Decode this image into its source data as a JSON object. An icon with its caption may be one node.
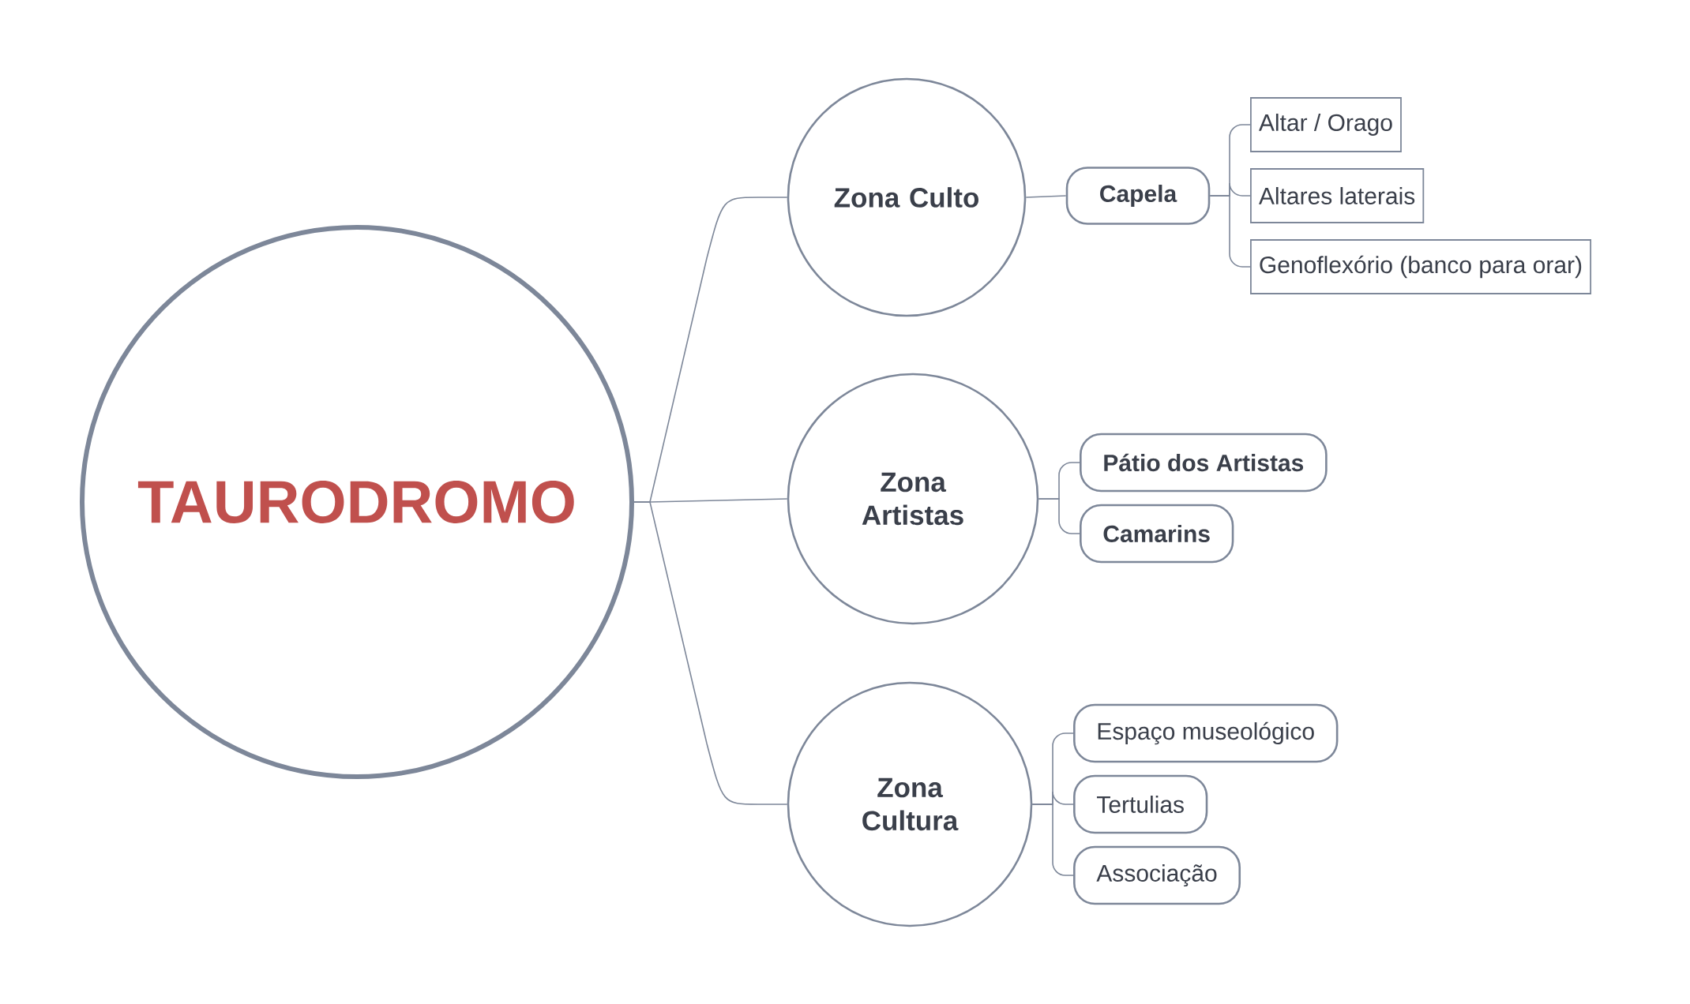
{
  "diagram": {
    "nodes": [
      {
        "text": [
          "TAURODROMO"
        ]
      },
      {
        "text": [
          "Zona Culto"
        ]
      },
      {
        "text": [
          "Capela"
        ]
      },
      {
        "text": [
          "Altar / Orago"
        ]
      },
      {
        "text": [
          "Altares laterais"
        ]
      },
      {
        "text": [
          "Genoflexório (banco para orar)"
        ]
      },
      {
        "text": [
          "Zona Artistas"
        ]
      },
      {
        "text": [
          "Pátio dos Artistas"
        ]
      },
      {
        "text": [
          "Camarins"
        ]
      },
      {
        "text": [
          "Zona Cultura"
        ]
      },
      {
        "text": [
          "Espaço museológico"
        ]
      },
      {
        "text": [
          "Tertulias"
        ]
      },
      {
        "text": [
          "Associação"
        ]
      }
    ],
    "edges": [
      {
        "from": 0,
        "to": 1,
        "arrow": "none"
      },
      {
        "from": 0,
        "to": 6,
        "arrow": "none"
      },
      {
        "from": 0,
        "to": 9,
        "arrow": "none"
      },
      {
        "from": 1,
        "to": 2,
        "arrow": "none"
      },
      {
        "from": 2,
        "to": 3,
        "arrow": "none"
      },
      {
        "from": 2,
        "to": 4,
        "arrow": "none"
      },
      {
        "from": 2,
        "to": 5,
        "arrow": "none"
      },
      {
        "from": 6,
        "to": 7,
        "arrow": "none"
      },
      {
        "from": 6,
        "to": 8,
        "arrow": "none"
      },
      {
        "from": 9,
        "to": 10,
        "arrow": "none"
      },
      {
        "from": 9,
        "to": 11,
        "arrow": "none"
      },
      {
        "from": 9,
        "to": 12,
        "arrow": "none"
      }
    ]
  }
}
